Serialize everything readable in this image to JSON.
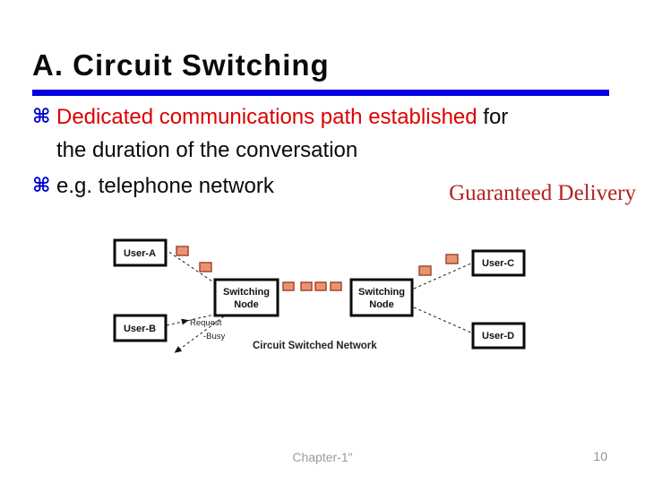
{
  "title": "A. Circuit Switching",
  "bullets": {
    "marker": "⌘",
    "b1_red": "Dedicated communications path established",
    "b1_black_suffix": " for",
    "b1_line2": "the duration of the conversation",
    "b2": "e.g. telephone network"
  },
  "callout": "Guaranteed Delivery",
  "diagram": {
    "user_a": "User-A",
    "user_b": "User-B",
    "user_c": "User-C",
    "user_d": "User-D",
    "switch_node_line1": "Switching",
    "switch_node_line2": "Node",
    "request_label": "Request",
    "busy_label": "-Busy",
    "caption": "Circuit Switched Network"
  },
  "footer": {
    "chapter": "Chapter-1\"",
    "page": "10"
  },
  "colors": {
    "title_underline_blue": "#0000e0",
    "bullet_marker_blue": "#0000cc",
    "body_red": "#dd0000",
    "callout_red": "#b22222",
    "packet_fill": "#ec9270",
    "packet_border": "#9e4a2e",
    "footer_gray": "#9b9b97"
  }
}
